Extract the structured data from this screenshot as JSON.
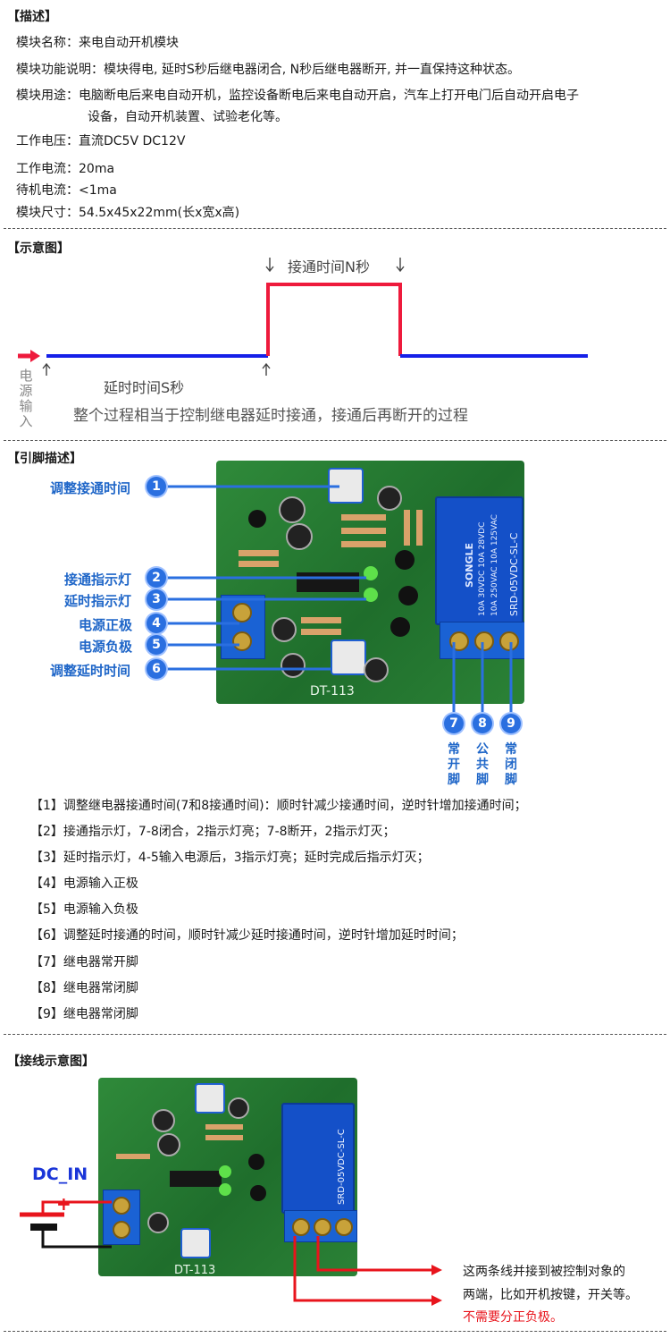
{
  "description": {
    "header": "【描述】",
    "rows": [
      {
        "label": "模块名称：",
        "value": "来电自动开机模块"
      },
      {
        "label": "模块功能说明：",
        "value": "模块得电, 延时S秒后继电器闭合, N秒后继电器断开, 并一直保持这种状态。"
      },
      {
        "label": "模块用途：",
        "value": "电脑断电后来电自动开机，监控设备断电后来电自动开启，汽车上打开电门后自动开启电子",
        "cont": "设备，自动开机装置、试验老化等。"
      },
      {
        "label": "工作电压：",
        "value": "直流DC5V  DC12V"
      },
      {
        "label": "工作电流：",
        "value": "20ma"
      },
      {
        "label": "待机电流：",
        "value": "<1ma"
      },
      {
        "label": "模块尺寸：",
        "value": "54.5x45x22mm(长x宽x高)"
      }
    ]
  },
  "timing": {
    "header": "【示意图】",
    "on_label": "接通时间N秒",
    "delay_label": "延时时间S秒",
    "power_label": [
      "电",
      "源",
      "输",
      "入"
    ],
    "caption": "整个过程相当于控制继电器延时接通，接通后再断开的过程",
    "colors": {
      "low": "#1520e8",
      "high": "#ee1a3c",
      "power": "#ee1a3c"
    }
  },
  "pins": {
    "header": "【引脚描述】",
    "left_labels": [
      {
        "num": "1",
        "text": "调整接通时间"
      },
      {
        "num": "2",
        "text": "接通指示灯"
      },
      {
        "num": "3",
        "text": "延时指示灯"
      },
      {
        "num": "4",
        "text": "电源正极"
      },
      {
        "num": "5",
        "text": "电源负极"
      },
      {
        "num": "6",
        "text": "调整延时时间"
      }
    ],
    "bottom_labels": [
      {
        "num": "7",
        "chars": [
          "常",
          "开",
          "脚"
        ]
      },
      {
        "num": "8",
        "chars": [
          "公",
          "共",
          "脚"
        ]
      },
      {
        "num": "9",
        "chars": [
          "常",
          "闭",
          "脚"
        ]
      }
    ],
    "board": {
      "model": "DT-113",
      "relay_brand": "SONGLE",
      "relay_model": "SRD-05VDC-SL-C",
      "relay_spec1": "10A 250VAC  10A 125VAC",
      "relay_spec2": "10A 30VDC  10A 28VDC"
    },
    "notes": [
      "【1】调整继电器接通时间(7和8接通时间)：顺时针减少接通时间，逆时针增加接通时间；",
      "【2】接通指示灯，7-8闭合，2指示灯亮；7-8断开，2指示灯灭；",
      "【3】延时指示灯，4-5输入电源后，3指示灯亮；延时完成后指示灯灭；",
      "【4】电源输入正极",
      "【5】电源输入负极",
      "【6】调整延时接通的时间，顺时针减少延时接通时间，逆时针增加延时时间；",
      "【7】继电器常开脚",
      "【8】继电器常闭脚",
      "【9】继电器常闭脚"
    ]
  },
  "wiring": {
    "header": "【接线示意图】",
    "dc_in": "DC_IN",
    "plus": "+",
    "note_line1": "这两条线并接到被控制对象的",
    "note_line2": "两端，比如开机按键，开关等。",
    "note_red": "不需要分正负极。",
    "colors": {
      "red": "#e8141c",
      "blue": "#1a35d8",
      "black": "#111111"
    }
  }
}
